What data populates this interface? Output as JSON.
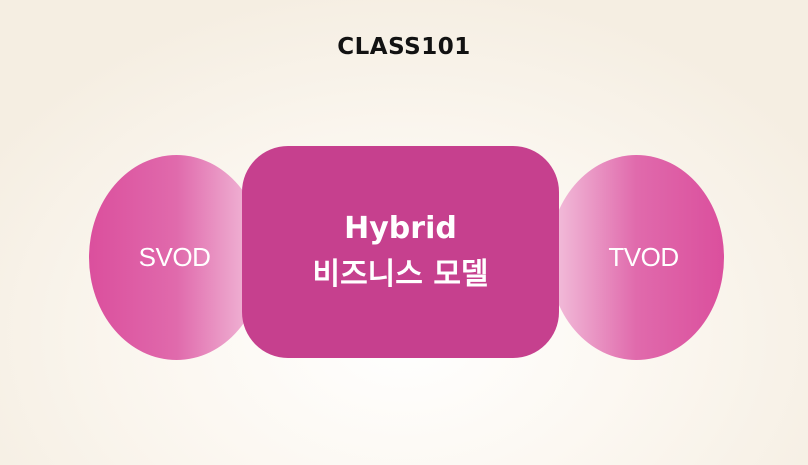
{
  "brand": {
    "logo_text": "CLASS101"
  },
  "diagram": {
    "left_circle": {
      "label": "SVOD",
      "color": "#db4f9d"
    },
    "right_circle": {
      "label": "TVOD",
      "color": "#db4f9d"
    },
    "center": {
      "line1": "Hybrid",
      "line2": "비즈니스 모델",
      "color": "#c6408e"
    }
  }
}
